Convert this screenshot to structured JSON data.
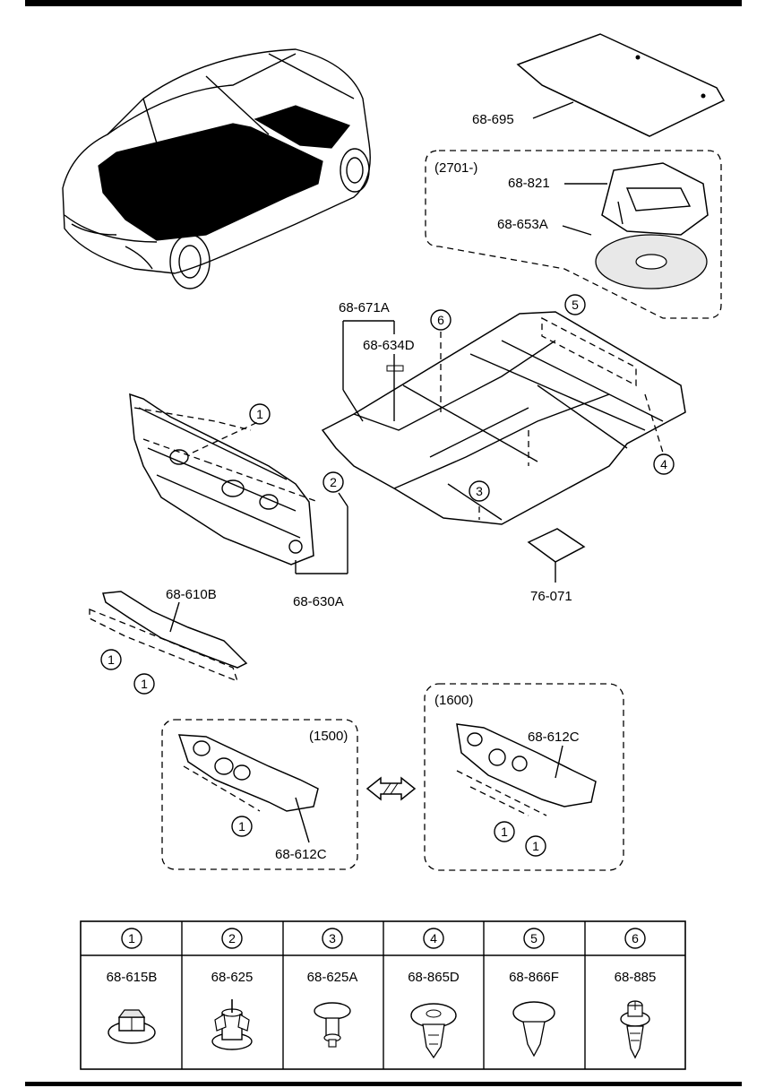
{
  "parts": {
    "floor_cover": "68-695",
    "region_box_top": "(2701-)",
    "tray": "68-821",
    "pad": "68-653A",
    "floor_carpet": "68-671A",
    "carpet_piece": "68-634D",
    "dash_insulator": "68-630A",
    "silencer": "68-610B",
    "label_sheet": "76-071",
    "insulator_1500": "68-612C",
    "insulator_1600": "68-612C",
    "variant_1500": "(1500)",
    "variant_1600": "(1600)"
  },
  "callouts": {
    "c1": "1",
    "c2": "2",
    "c3": "3",
    "c4": "4",
    "c5": "5",
    "c6": "6"
  },
  "legend": {
    "columns": [
      {
        "num": "1",
        "part": "68-615B",
        "icon": "flange-nut-icon"
      },
      {
        "num": "2",
        "part": "68-625",
        "icon": "fastener-grommet-icon"
      },
      {
        "num": "3",
        "part": "68-625A",
        "icon": "push-pin-clip-icon"
      },
      {
        "num": "4",
        "part": "68-865D",
        "icon": "push-rivet-icon"
      },
      {
        "num": "5",
        "part": "68-866F",
        "icon": "tapered-clip-icon"
      },
      {
        "num": "6",
        "part": "68-885",
        "icon": "screw-clip-icon"
      }
    ]
  }
}
